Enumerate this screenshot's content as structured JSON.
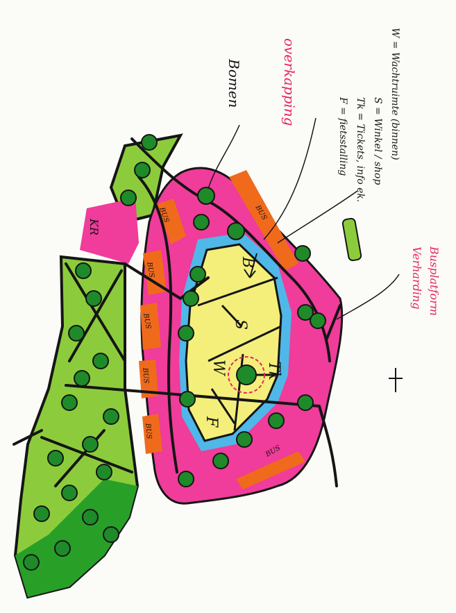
{
  "labels": {
    "bomen": "Bomen",
    "overkapping": "overkapping",
    "legend": [
      "F = fietsstalling",
      "Tk = Tickets, info ek.",
      "S = Winkel / shop",
      "W = Wachtruimte (binnen)"
    ],
    "verharding": [
      "Verharding",
      "Busplatform"
    ],
    "kr": "KR",
    "bus": "BUS",
    "f": "F",
    "w": "W",
    "s": "S",
    "tk": "Tk",
    "b": "B"
  },
  "colors": {
    "magenta": "#f03c9a",
    "orange": "#f06a1c",
    "yellow": "#f4ef7a",
    "cyan": "#4fb8e8",
    "lightgreen": "#8ccc3c",
    "green": "#28a028",
    "tree": "#1f8a2a",
    "ink": "#151515",
    "red": "#e8265a"
  }
}
